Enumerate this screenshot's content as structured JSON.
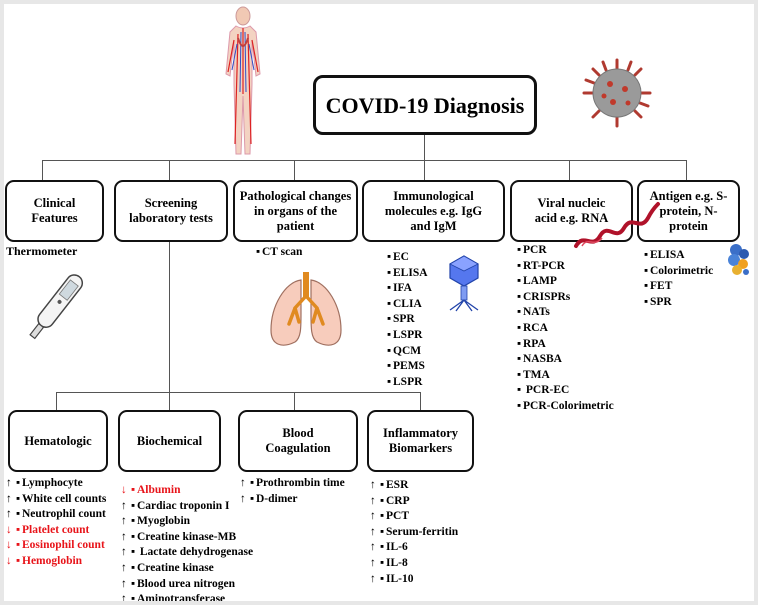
{
  "title": "COVID-19 Diagnosis",
  "categories": {
    "clinical": "Clinical Features",
    "screening": "Screening laboratory tests",
    "pathological": "Pathological changes in organs of the patient",
    "immunological": "Immunological molecules e.g. IgG and IgM",
    "viral": "Viral nucleic acid e.g. RNA",
    "antigen": "Antigen e.g. S-protein, N-protein"
  },
  "clinical_item": "Thermometer",
  "pathological_items": [
    "CT scan"
  ],
  "immunological_items": [
    "EC",
    "ELISA",
    "IFA",
    "CLIA",
    "SPR",
    "LSPR",
    "QCM",
    "PEMS",
    "LSPR"
  ],
  "viral_items": [
    "PCR",
    "RT-PCR",
    "LAMP",
    "CRISPRs",
    "NATs",
    "RCA",
    "RPA",
    "NASBA",
    "TMA",
    " PCR-EC",
    "PCR-Colorimetric"
  ],
  "antigen_items": [
    "ELISA",
    "Colorimetric",
    "FET",
    "SPR"
  ],
  "sub_categories": {
    "hematologic": "Hematologic",
    "biochemical": "Biochemical",
    "coagulation": "Blood Coagulation",
    "inflammatory": "Inflammatory Biomarkers"
  },
  "hematologic_items": [
    {
      "dir": "↑",
      "text": "Lymphocyte",
      "color": "#000000"
    },
    {
      "dir": "↑",
      "text": "White cell counts",
      "color": "#000000"
    },
    {
      "dir": "↑",
      "text": "Neutrophil count",
      "color": "#000000"
    },
    {
      "dir": "↓",
      "text": "Platelet count",
      "color": "#e8141a"
    },
    {
      "dir": "↓",
      "text": "Eosinophil count",
      "color": "#e8141a"
    },
    {
      "dir": "↓",
      "text": "Hemoglobin",
      "color": "#e8141a"
    }
  ],
  "biochemical_items": [
    {
      "dir": "↓",
      "text": "Albumin",
      "color": "#e8141a"
    },
    {
      "dir": "↑",
      "text": "Cardiac troponin I",
      "color": "#000000"
    },
    {
      "dir": "↑",
      "text": "Myoglobin",
      "color": "#000000"
    },
    {
      "dir": "↑",
      "text": "Creatine kinase-MB",
      "color": "#000000"
    },
    {
      "dir": "↑",
      "text": " Lactate dehydrogenase",
      "color": "#000000"
    },
    {
      "dir": "↑",
      "text": "Creatine kinase",
      "color": "#000000"
    },
    {
      "dir": "↑",
      "text": "Blood urea nitrogen",
      "color": "#000000"
    },
    {
      "dir": "↑",
      "text": "Aminotransferase",
      "color": "#000000"
    }
  ],
  "coagulation_items": [
    {
      "dir": "↑",
      "text": "Prothrombin time",
      "color": "#000000"
    },
    {
      "dir": "↑",
      "text": "D-dimer",
      "color": "#000000"
    }
  ],
  "inflammatory_items": [
    {
      "dir": "↑",
      "text": "ESR",
      "color": "#000000"
    },
    {
      "dir": "↑",
      "text": "CRP",
      "color": "#000000"
    },
    {
      "dir": "↑",
      "text": "PCT",
      "color": "#000000"
    },
    {
      "dir": "↑",
      "text": "Serum-ferritin",
      "color": "#000000"
    },
    {
      "dir": "↑",
      "text": "IL-6",
      "color": "#000000"
    },
    {
      "dir": "↑",
      "text": "IL-8",
      "color": "#000000"
    },
    {
      "dir": "↑",
      "text": "IL-10",
      "color": "#000000"
    }
  ],
  "colors": {
    "increase_text": "#000000",
    "decrease_text": "#e8141a",
    "connector": "#555555"
  },
  "icons": [
    "human-body-icon",
    "coronavirus-icon",
    "thermometer-icon",
    "lungs-icon",
    "bacteriophage-icon",
    "rna-strand-icon",
    "protein-icon"
  ]
}
